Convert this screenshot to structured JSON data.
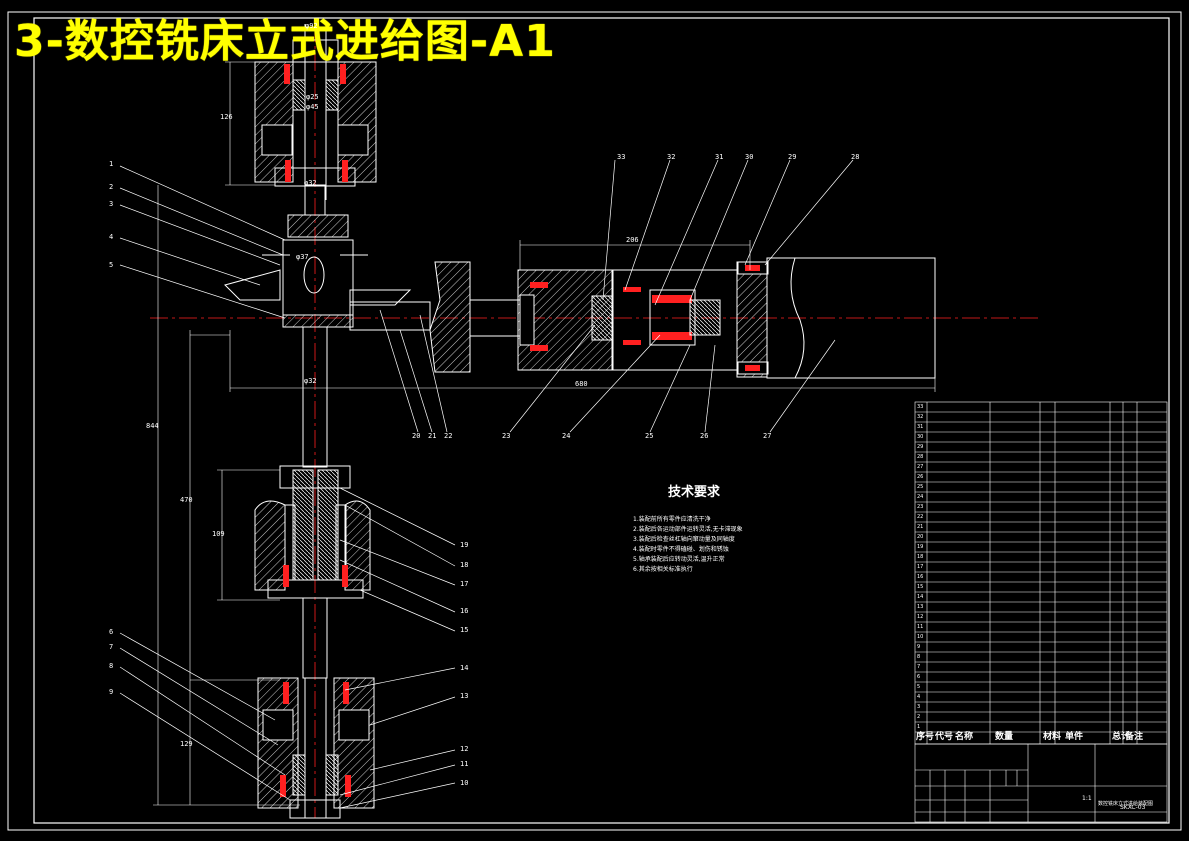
{
  "title": "3-数控铣床立式进给图-A1",
  "tech_requirements": {
    "heading": "技术要求",
    "lines": [
      "1.装配前所有零件应清洗干净",
      "2.装配后各运动部件运转灵活,无卡滞现象",
      "3.装配后检查丝杠轴向窜动量及同轴度",
      "4.装配时零件不得磕碰、划伤和锈蚀",
      "5.轴承装配后应转动灵活,温升正常",
      "6.其余按相关标准执行"
    ]
  },
  "dimensions": {
    "d92": "φ92",
    "d25": "φ25",
    "d45": "φ45",
    "d32a": "φ32",
    "d37": "φ37",
    "d32b": "φ32",
    "dim126": "126",
    "dim844": "844",
    "dim470": "470",
    "dim109": "109",
    "dim129": "129",
    "dim206": "206",
    "dim680": "680"
  },
  "part_callouts_left": [
    "1",
    "2",
    "3",
    "4",
    "5",
    "6",
    "7",
    "8",
    "9"
  ],
  "part_callouts_right": [
    "19",
    "18",
    "17",
    "16",
    "15",
    "14",
    "13",
    "12",
    "11",
    "10"
  ],
  "part_callouts_top": [
    "33",
    "32",
    "31",
    "30",
    "29",
    "28"
  ],
  "part_callouts_bottom": [
    "20",
    "21",
    "22",
    "23",
    "24",
    "25",
    "26",
    "27"
  ],
  "bom": {
    "rows": [
      "33",
      "32",
      "31",
      "30",
      "29",
      "28",
      "27",
      "26",
      "25",
      "24",
      "23",
      "22",
      "21",
      "20",
      "19",
      "18",
      "17",
      "16",
      "15",
      "14",
      "13",
      "12",
      "11",
      "10",
      "9",
      "8",
      "7",
      "6",
      "5",
      "4",
      "3",
      "2",
      "1"
    ],
    "header": [
      "序号",
      "代号",
      "名称",
      "数量",
      "材料",
      "单件",
      "总计",
      "备注"
    ]
  },
  "title_block": {
    "drawing_no": "SKXC-03",
    "scale": "1:1",
    "title_text": "数控铣床立式进给装配图"
  },
  "colors": {
    "title": "#ffff00",
    "line": "#ffffff",
    "centerline": "#ff2020",
    "hatch": "#ffffff",
    "leader": "#ffffff",
    "dim": "#ffffff"
  }
}
